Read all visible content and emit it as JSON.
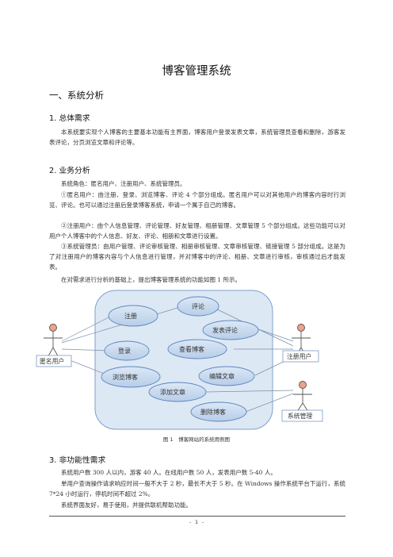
{
  "title": "博客管理系统",
  "section1": {
    "heading": "一、系统分析",
    "sub1": {
      "heading": "1. 总体需求",
      "para": "本系统要实现个人博客的主要基本功能有主界面，博客用户登录发表文章，系统管理员查看和删除，游客发表评论，分页浏览文章和评论等。"
    },
    "sub2": {
      "heading": "2. 业务分析",
      "p1": "系统角色：匿名用户、注册用户、系统管理员。",
      "p2": "①匿名用户：由注册、登录、浏览博客、评论 4 个部分组成。匿名用户可以对其他用户的博客内容时行浏览、评论。也可以通过注册后登录博客系统，申请一个属于自己的博客。",
      "p3": "②注册用户：由个人信息管理、评论管理、好友管理、相册管理、文章管理 5 个部分组成。这些功能可以对用户个人博客中的个人信息、好友、评论、相册和文章进行设置。",
      "p4": "③系统管理员：由用户管理、评论审核管理、相册审核管理、文章审核管理、链接管理 5 部分组成。这是为了对注册用户的博客内容与个人信息进行管理，并对博客中的评论、相册、文章进行审核，审核通过后才能发表。",
      "p5": "在对需求进行分析的基础上，提出博客管理系统的功能如图 1 所示。"
    },
    "sub3": {
      "heading": "3. 非功能性需求",
      "p1": "系统用户数 300 人以内，游客 40 人。在线用户数 50 人，发表用户数 5-40 人。",
      "p2": "单用户查询操作请求响应时间一般不大于 2 秒，最长不大于 5 秒。在 Windows 操作系统平台下运行，系统 7*24 小时运行，停机时间不超过 2%。",
      "p3": "系统界面友好，易于使用，并提供联机帮助功能。"
    }
  },
  "diagram": {
    "actors": {
      "anonymous": "匿名用户",
      "registered": "注册用户",
      "admin": "系统管理"
    },
    "use_cases": {
      "register": "注册",
      "comment": "评论",
      "post_comment": "发表评论",
      "login": "登录",
      "view_blog": "查看博客",
      "browse_blog": "浏览博客",
      "edit_article": "编辑文章",
      "add_article": "添加文章",
      "delete_blog": "删除博客"
    },
    "caption": "图 1　博客网站的系统用例图"
  },
  "footer": {
    "page": "- 1 -"
  },
  "colors": {
    "ellipse_fill": "#c7d9ef",
    "ellipse_stroke": "#5b86bf",
    "system_fill": "#dde8f5",
    "system_stroke": "#7d9fcc",
    "actor_fill": "#f0a08a",
    "actor_stroke": "#555555"
  }
}
